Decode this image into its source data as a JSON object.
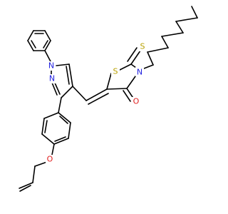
{
  "colors": {
    "background": "#ffffff",
    "bond": "#000000",
    "N": "#1f1fe0",
    "O": "#e01f1f",
    "S": "#b8a000"
  },
  "atoms": {
    "n_pyrazole_1": "N",
    "n_pyrazole_2": "N",
    "s_ring": "S",
    "s_thione": "S",
    "n_rhodanine": "N",
    "o_carbonyl": "O",
    "o_ether": "O"
  }
}
